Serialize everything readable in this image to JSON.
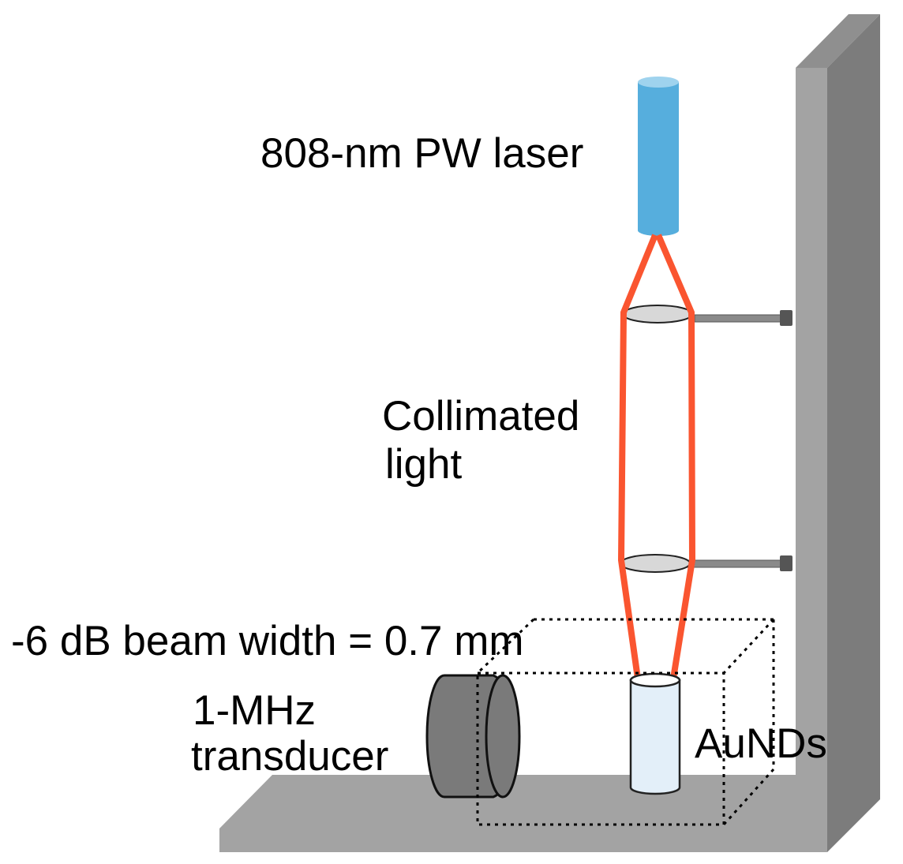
{
  "labels": {
    "laser": "808-nm PW laser",
    "collimated_line1": "Collimated",
    "collimated_line2": "light",
    "beam_width": "-6 dB beam width = 0.7 mm",
    "transducer_line1": "1-MHz",
    "transducer_line2": "transducer",
    "sample": "AuNDs"
  },
  "colors": {
    "laser_body": "#56aedd",
    "laser_top": "#9fd3ee",
    "beam": "#fa5530",
    "wall_front": "#a3a3a3",
    "wall_side": "#7c7c7c",
    "wall_top": "#8f8f8f",
    "floor": "#a3a3a3",
    "transducer": "#7a7a7a",
    "tube": "#e3eff9",
    "lens": "#d8d8d8",
    "rod": "#8a8a8a"
  }
}
